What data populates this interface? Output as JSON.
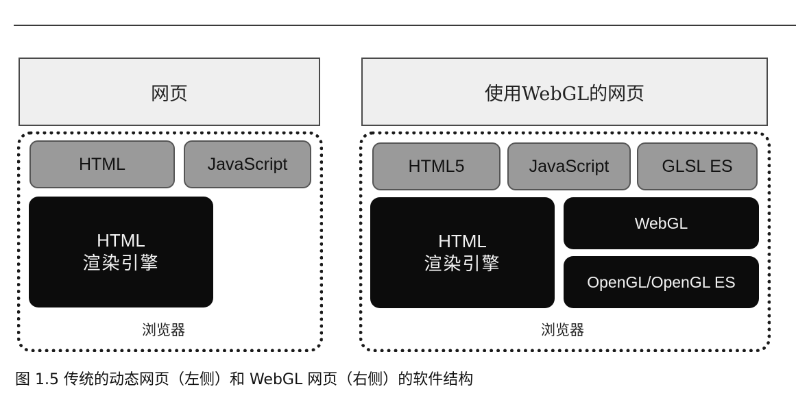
{
  "left": {
    "page_title": "网页",
    "boxes": [
      "HTML",
      "JavaScript"
    ],
    "engine": {
      "line1": "HTML",
      "line2": "渲染引擎"
    },
    "browser_label": "浏览器"
  },
  "right": {
    "page_title": "使用WebGL的网页",
    "boxes": [
      "HTML5",
      "JavaScript",
      "GLSL ES"
    ],
    "engine": {
      "line1": "HTML",
      "line2": "渲染引擎"
    },
    "webgl": "WebGL",
    "opengl": "OpenGL/OpenGL ES",
    "browser_label": "浏览器"
  },
  "caption": "图 1.5  传统的动态网页（左侧）和 WebGL 网页（右侧）的软件结构"
}
